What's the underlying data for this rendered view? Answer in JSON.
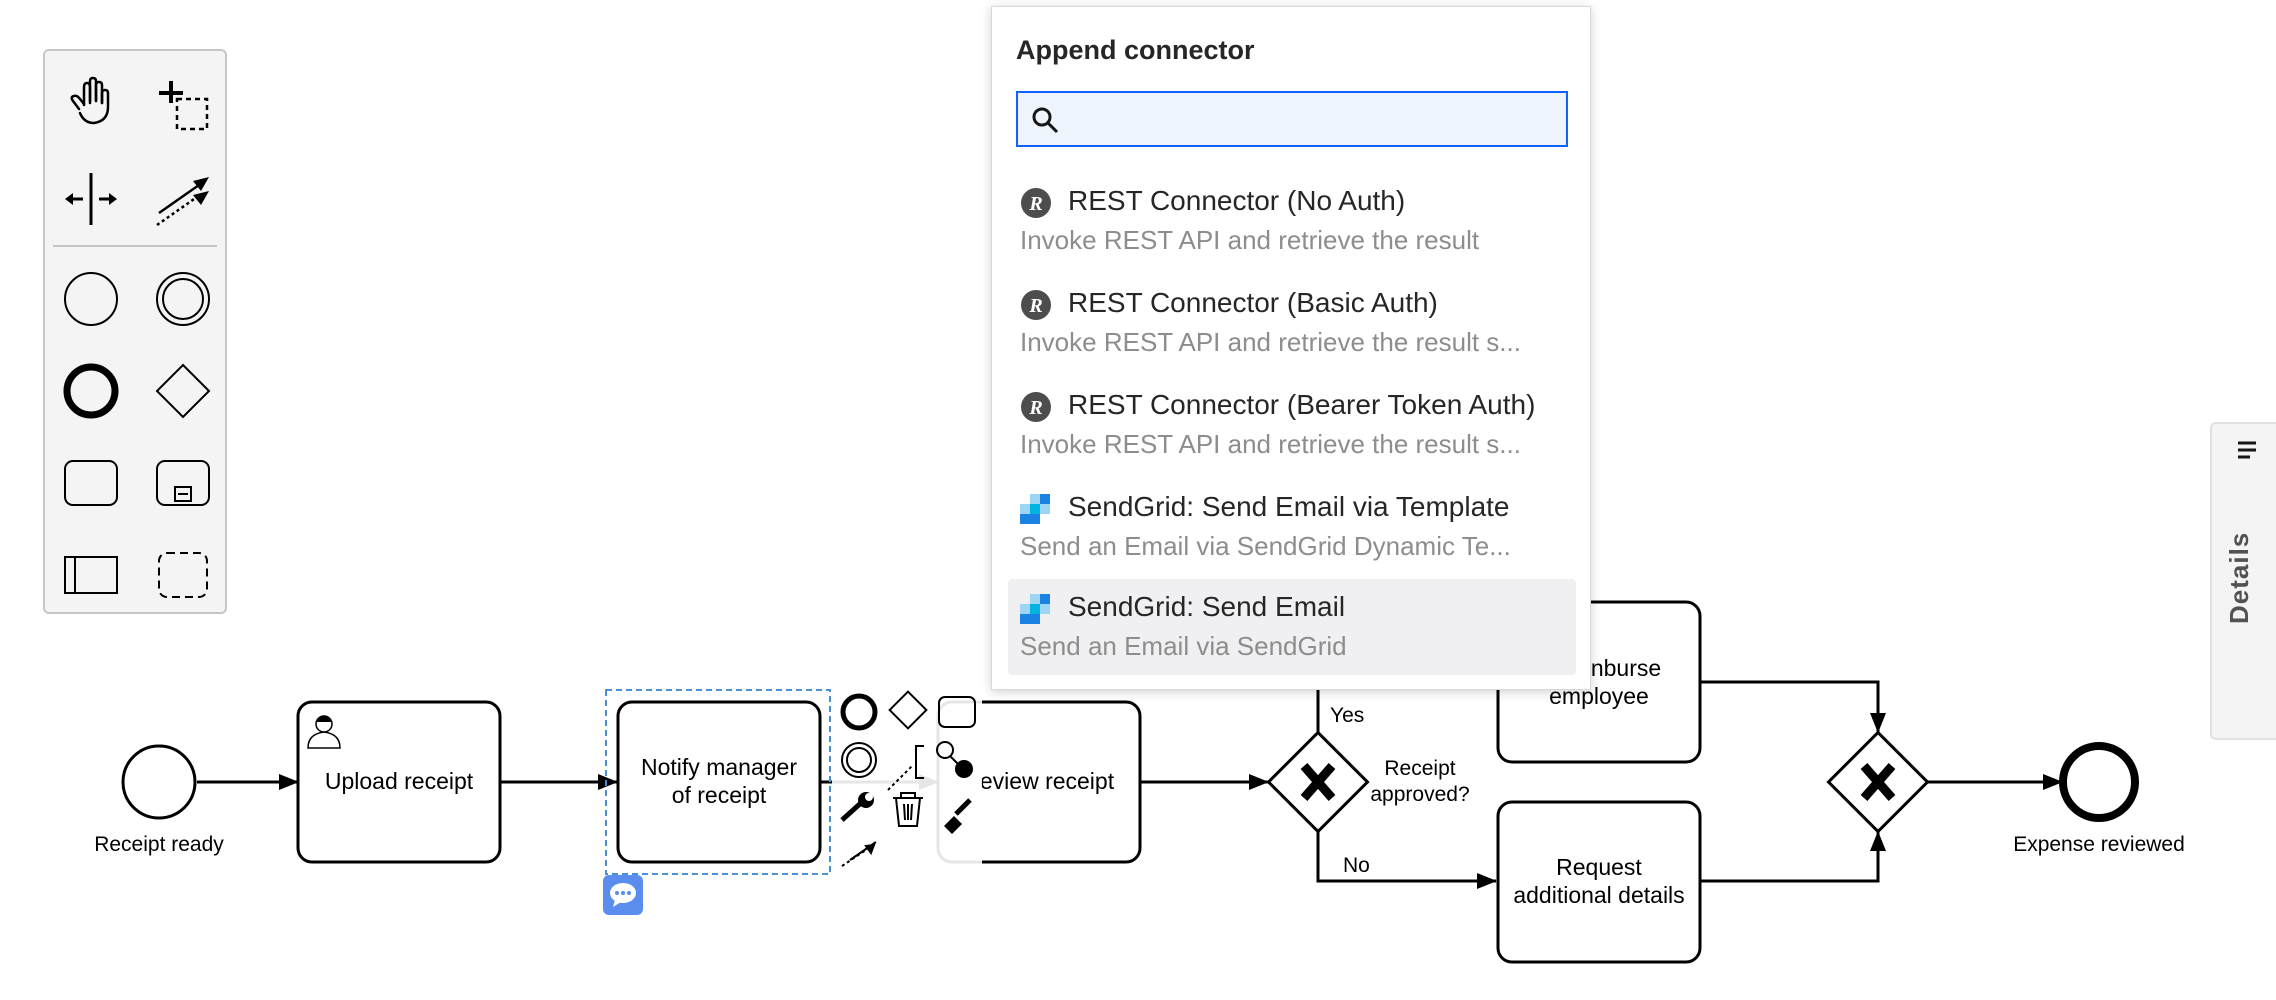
{
  "diagram": {
    "start_event_label": "Receipt ready",
    "task_upload": "Upload receipt",
    "task_notify_line1": "Notify manager",
    "task_notify_line2": "of receipt",
    "task_review": "eview receipt",
    "gateway_label_line1": "Receipt",
    "gateway_label_line2": "approved?",
    "flow_yes": "Yes",
    "flow_no": "No",
    "task_reimburse_line1": "nburse",
    "task_reimburse_line2": "employee",
    "task_request_line1": "Request",
    "task_request_line2": "additional details",
    "end_event_label": "Expense reviewed"
  },
  "popup": {
    "title": "Append connector",
    "search_value": "",
    "entries": [
      {
        "label": "REST Connector (No Auth)",
        "description": "Invoke REST API and retrieve the result",
        "icon": "rest-icon"
      },
      {
        "label": "REST Connector (Basic Auth)",
        "description": "Invoke REST API and retrieve the result s...",
        "icon": "rest-icon"
      },
      {
        "label": "REST Connector (Bearer Token Auth)",
        "description": "Invoke REST API and retrieve the result s...",
        "icon": "rest-icon"
      },
      {
        "label": "SendGrid: Send Email via Template",
        "description": "Send an Email via SendGrid Dynamic Te...",
        "icon": "sendgrid-icon"
      },
      {
        "label": "SendGrid: Send Email",
        "description": "Send an Email via SendGrid",
        "icon": "sendgrid-icon"
      }
    ]
  },
  "details_panel": {
    "label": "Details"
  },
  "palette": {
    "tools": [
      "hand-tool-icon",
      "lasso-tool-icon",
      "space-tool-icon",
      "global-connect-tool-icon",
      "start-event-icon",
      "intermediate-event-icon",
      "end-event-icon",
      "gateway-icon",
      "task-icon",
      "subprocess-icon",
      "pool-icon",
      "group-icon"
    ]
  },
  "colors": {
    "accent": "#0f62fe",
    "selection": "#4a90d9",
    "comment": "#5b8def"
  }
}
